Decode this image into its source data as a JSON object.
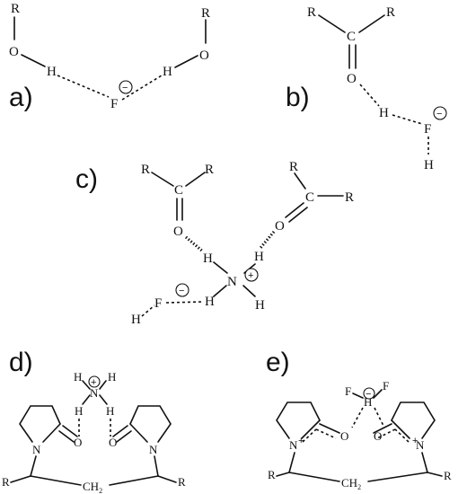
{
  "atoms": {
    "R": "R",
    "O": "O",
    "H": "H",
    "F": "F",
    "C": "C",
    "N": "N",
    "CH": "CH",
    "sub2": "2",
    "minus": "−",
    "plus": "+"
  },
  "panels": {
    "a": "a)",
    "b": "b)",
    "c": "c)",
    "d": "d)",
    "e": "e)"
  }
}
